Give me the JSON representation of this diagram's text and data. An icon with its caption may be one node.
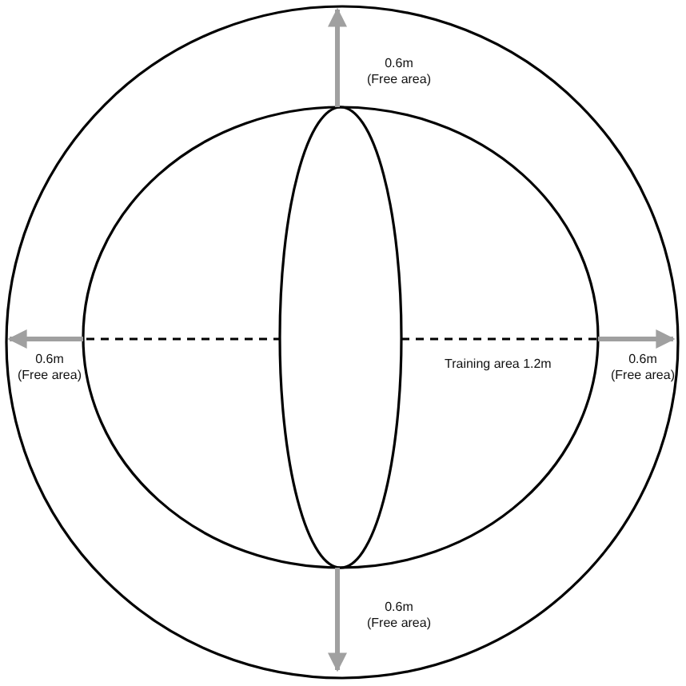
{
  "diagram": {
    "labels": [
      "0.6m (Free area)",
      "0.6m (Free area)",
      "Training area 1.2m",
      "0.6m (Free area)",
      "0.6m (Free area)"
    ]
  }
}
